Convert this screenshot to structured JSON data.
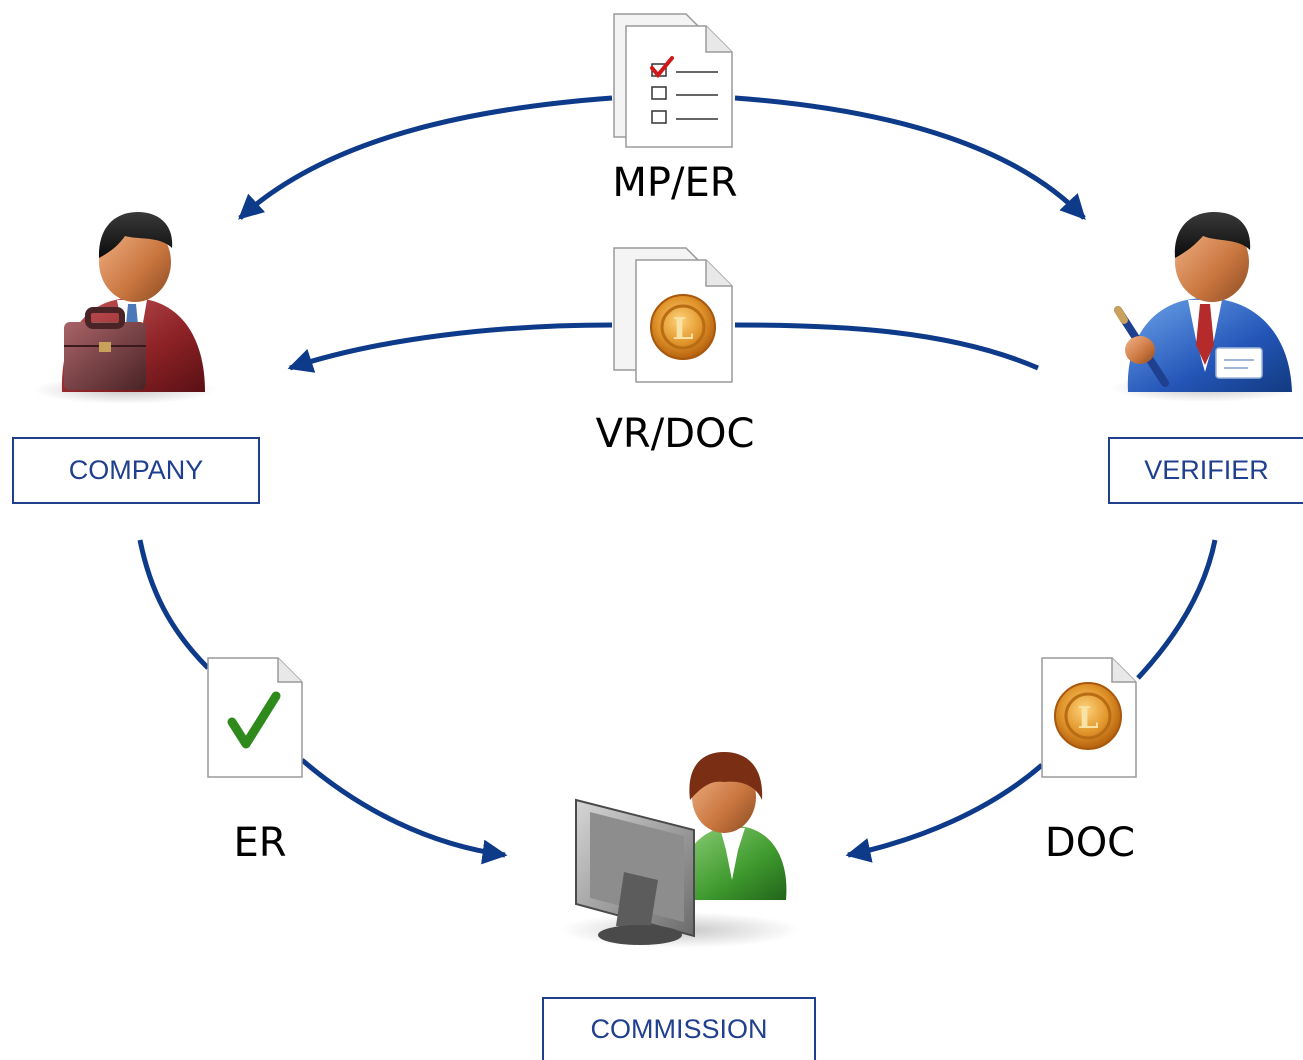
{
  "colors": {
    "arrow": "#0e3a8a",
    "box_border": "#1f3f8f",
    "box_text": "#1f3f8f",
    "label_text": "#000000"
  },
  "actors": {
    "company": {
      "label": "COMPANY",
      "icon": "businessman-with-briefcase-icon"
    },
    "verifier": {
      "label": "VERIFIER",
      "icon": "verifier-with-pen-and-badge-icon"
    },
    "commission": {
      "label": "COMMISSION",
      "icon": "officer-at-computer-icon"
    }
  },
  "flows": {
    "mp_er": {
      "label": "MP/ER",
      "icon": "checklist-documents-icon"
    },
    "vr_doc": {
      "label": "VR/DOC",
      "icon": "sealed-documents-icon"
    },
    "er": {
      "label": "ER",
      "icon": "approved-document-icon"
    },
    "doc": {
      "label": "DOC",
      "icon": "sealed-document-icon"
    }
  }
}
